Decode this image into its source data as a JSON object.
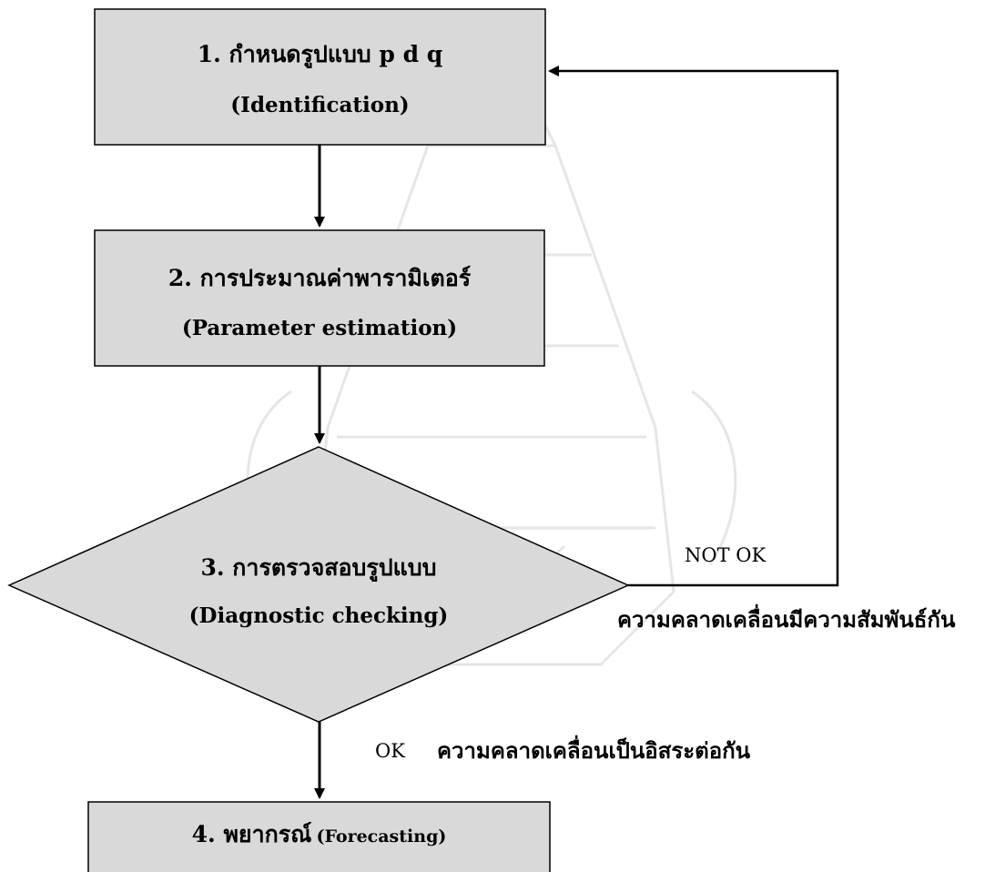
{
  "steps": {
    "identification": {
      "title": "1. กำหนดรูปแบบ p d q",
      "subtitle": "(Identification)"
    },
    "estimation": {
      "title": "2. การประมาณค่าพารามิเตอร์",
      "subtitle": "(Parameter estimation)"
    },
    "checking": {
      "title": "3. การตรวจสอบรูปแบบ",
      "subtitle": "(Diagnostic checking)"
    },
    "forecasting": {
      "title_thai": "4. พยากรณ์",
      "title_en": "(Forecasting)"
    }
  },
  "branches": {
    "not_ok": {
      "label": "NOT OK",
      "note": "ความคลาดเคลื่อนมีความสัมพันธ์กัน"
    },
    "ok": {
      "label": "OK",
      "note": "ความคลาดเคลื่อนเป็นอิสระต่อกัน"
    }
  },
  "colors": {
    "box_fill": "#d9d9d9",
    "stroke": "#000000",
    "watermark": "#e6e6e6"
  }
}
